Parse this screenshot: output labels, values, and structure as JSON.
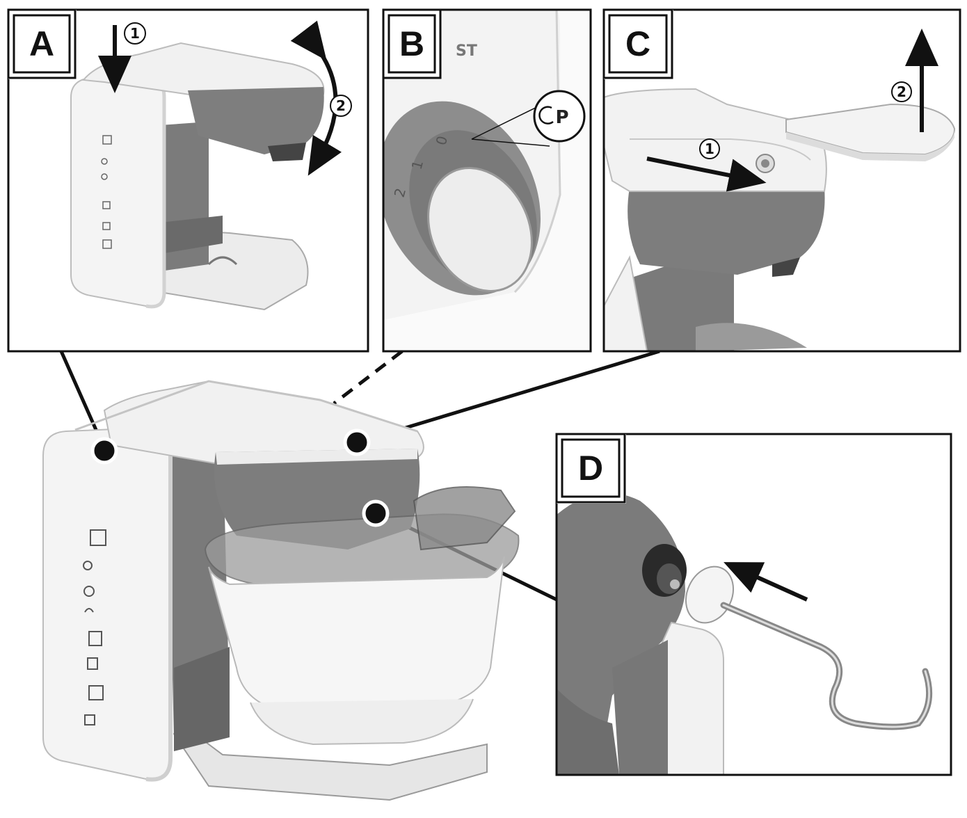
{
  "panels": {
    "a": {
      "label": "A",
      "steps": [
        "1",
        "2"
      ]
    },
    "b": {
      "label": "B",
      "brand_fragment": "ST",
      "dial_marks": [
        "0",
        "1",
        "2"
      ],
      "symbol": "P"
    },
    "c": {
      "label": "C",
      "steps": [
        "1",
        "2"
      ]
    },
    "d": {
      "label": "D"
    }
  },
  "colors": {
    "outline": "#111111",
    "body": "#f2f2f2",
    "mid_gray": "#8a8a8a",
    "dark_gray": "#6b6b6b"
  }
}
